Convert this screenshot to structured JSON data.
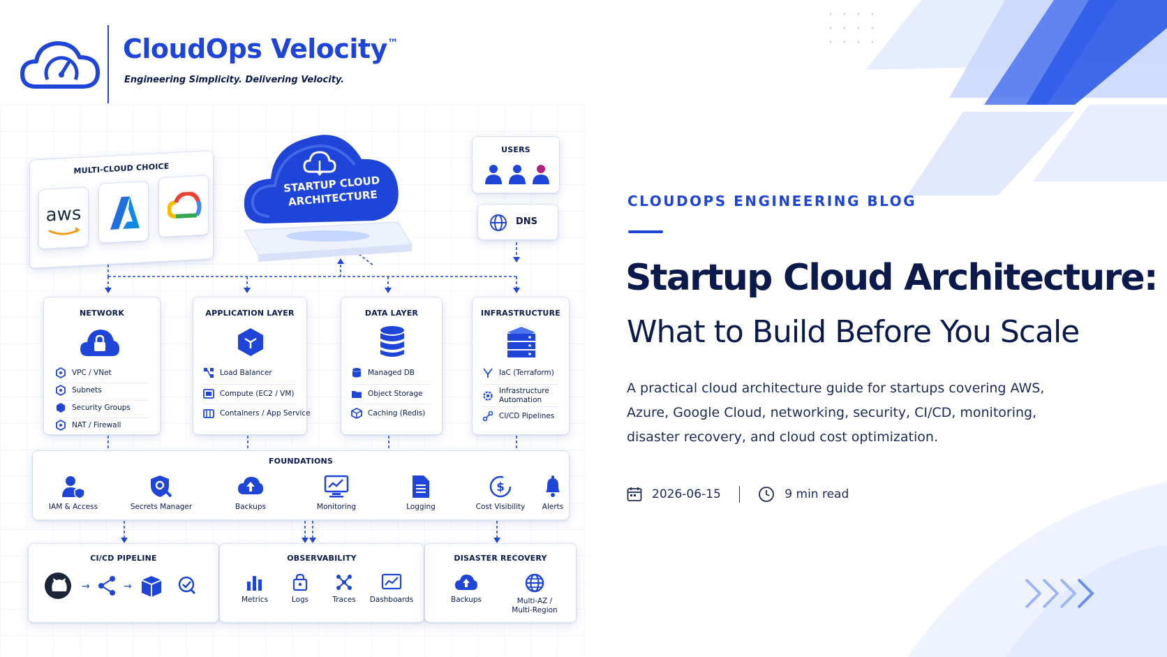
{
  "brand": {
    "name": "CloudOps Velocity",
    "trademark": "™",
    "tagline": "Engineering Simplicity. Delivering Velocity."
  },
  "diagram": {
    "center": {
      "line1": "STARTUP CLOUD",
      "line2": "ARCHITECTURE"
    },
    "multi_cloud": {
      "title": "MULTI-CLOUD CHOICE",
      "providers": [
        "aws-logo",
        "azure-logo",
        "google-cloud-logo"
      ],
      "aws_text": "aws"
    },
    "users": {
      "title": "USERS"
    },
    "dns": {
      "label": "DNS"
    },
    "layers": [
      {
        "title": "NETWORK",
        "icon": "lock-cloud-icon",
        "items": [
          "VPC / VNet",
          "Subnets",
          "Security Groups",
          "NAT / Firewall"
        ]
      },
      {
        "title": "APPLICATION LAYER",
        "icon": "cube-icon",
        "items": [
          "Load Balancer",
          "Compute (EC2 / VM)",
          "Containers / App Service"
        ]
      },
      {
        "title": "DATA LAYER",
        "icon": "database-icon",
        "items": [
          "Managed DB",
          "Object Storage",
          "Caching (Redis)"
        ]
      },
      {
        "title": "INFRASTRUCTURE",
        "icon": "server-stack-icon",
        "items": [
          "IaC (Terraform)",
          "Infrastructure\nAutomation",
          "CI/CD Pipelines"
        ]
      }
    ],
    "foundations": {
      "title": "FOUNDATIONS",
      "items": [
        "IAM & Access",
        "Secrets Manager",
        "Backups",
        "Monitoring",
        "Logging",
        "Cost Visibility",
        "Alerts"
      ]
    },
    "cicd": {
      "title": "CI/CD PIPELINE"
    },
    "observability": {
      "title": "OBSERVABILITY",
      "items": [
        "Metrics",
        "Logs",
        "Traces",
        "Dashboards"
      ]
    },
    "disaster_recovery": {
      "title": "DISASTER RECOVERY",
      "items": [
        "Backups",
        "Multi-AZ /\nMulti-Region"
      ]
    }
  },
  "article": {
    "kicker": "CLOUDOPS ENGINEERING BLOG",
    "title": "Startup Cloud Architecture:",
    "subtitle": "What to Build Before You Scale",
    "description": "A practical cloud architecture guide for startups covering AWS, Azure, Google Cloud, networking, security, CI/CD, monitoring, disaster recovery, and cloud cost optimization.",
    "date": "2026-06-15",
    "read_time": "9 min read"
  },
  "colors": {
    "accent": "#1f45d8",
    "navy": "#0b1a4a",
    "light": "#e9efff"
  }
}
